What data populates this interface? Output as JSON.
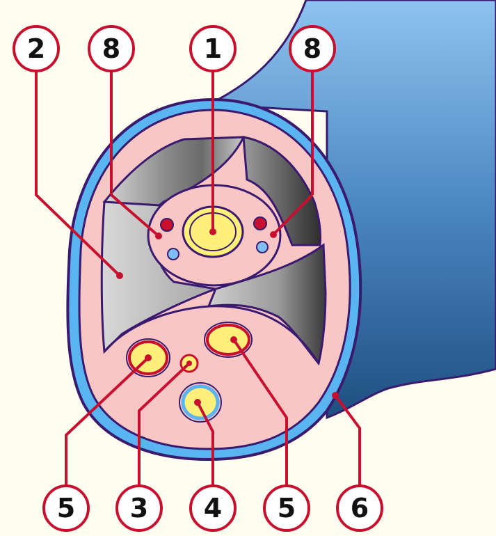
{
  "diagram": {
    "labels": [
      {
        "id": "1",
        "text": "1"
      },
      {
        "id": "2",
        "text": "2"
      },
      {
        "id": "8a",
        "text": "8"
      },
      {
        "id": "8b",
        "text": "8"
      },
      {
        "id": "5a",
        "text": "5"
      },
      {
        "id": "3",
        "text": "3"
      },
      {
        "id": "4",
        "text": "4"
      },
      {
        "id": "5b",
        "text": "5"
      },
      {
        "id": "6",
        "text": "6"
      }
    ],
    "colors": {
      "background": "#fdfdf0",
      "tissue_pink": "#f9c6c6",
      "outline_purple": "#3a1a6e",
      "sheath_blue": "#5ab4f0",
      "label_red": "#c8102e",
      "nerve_yellow": "#fff07a",
      "vessel_blue": "#7fbef0",
      "bone_gray": "#9a9a9a",
      "limb_blue_top": "#8ec3f0",
      "limb_blue_bottom": "#1f4f82"
    }
  }
}
